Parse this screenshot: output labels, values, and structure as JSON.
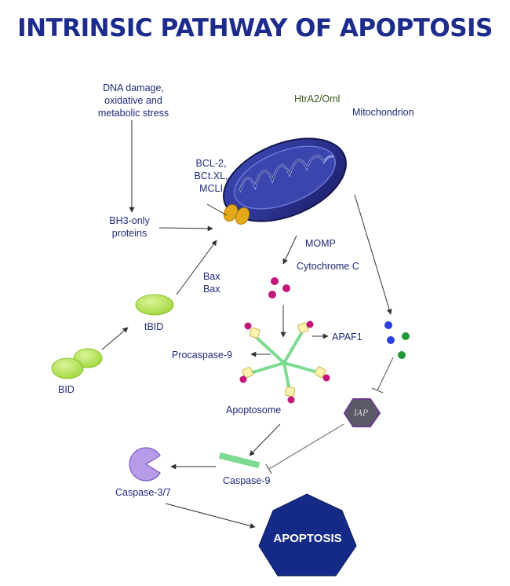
{
  "title": "INTRINSIC PATHWAY OF APOPTOSIS",
  "labels": {
    "stress_line1": "DNA damage,",
    "stress_line2": "oxidative and",
    "stress_line3": "metabolic stress",
    "htra2": "HtrA2/Oml",
    "mitochondrion": "Mitochondrion",
    "bcl_line1": "BCL-2,",
    "bcl_line2": "BCt.XL,",
    "bcl_line3": "MCLI",
    "bh3_line1": "BH3-only",
    "bh3_line2": "proteins",
    "momp": "MOMP",
    "cytochrome_c": "Cytochrome C",
    "bax_line1": "Bax",
    "bax_line2": "Bax",
    "tbid": "tBID",
    "bid": "BID",
    "apaf1": "APAF1",
    "procaspase9": "Procaspase-9",
    "apoptosome": "Apoptosome",
    "iap": "IAP",
    "caspase37": "Caspase-3/7",
    "caspase9": "Caspase-9",
    "apoptosis": "APOPTOSIS"
  },
  "colors": {
    "title": "#1d2b8c",
    "label": "#1f2a78",
    "htra2": "#3d5a1e",
    "mitochondrion": "#2b2f8f",
    "bcl_protein": "#e3a91b",
    "bid_green": "#b6e35a",
    "cytochrome": "#c2187a",
    "blue_dot": "#2a3fe6",
    "green_dot": "#1e9a3a",
    "apoptosome_arm": "#7ed991",
    "caspase9_bar": "#7ed991",
    "caspase37": "#b79be8",
    "iap": "#5a5a66",
    "apoptosis": "#142a86"
  }
}
